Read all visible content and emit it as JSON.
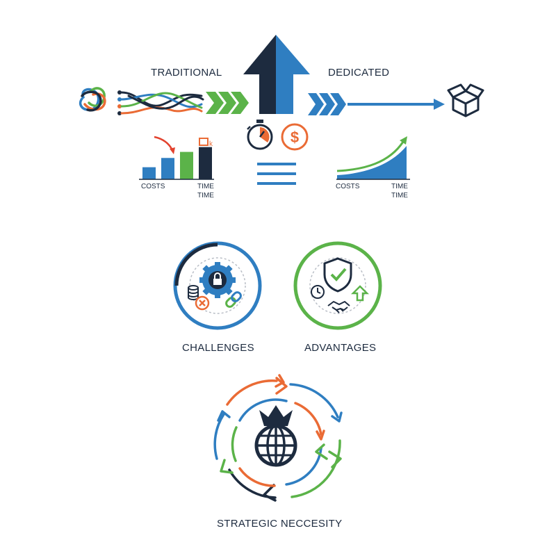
{
  "labels": {
    "traditional": "TRADITIONAL",
    "dedicated": "DEDICATED",
    "challenges": "CHALLENGES",
    "advantages": "ADVANTAGES",
    "strategic": "STRATEGIC NECCESITY"
  },
  "left_chart": {
    "costs": "COSTS",
    "time1": "TIME",
    "time2": "TIME",
    "bar_levels": [
      0.3,
      0.53,
      0.68,
      0.8
    ]
  },
  "right_chart": {
    "costs": "COSTS",
    "time1": "TIME",
    "time2": "TIME"
  },
  "colors": {
    "navy": "#1d2b3f",
    "blue": "#2f7ec1",
    "green": "#5bb349",
    "orange": "#ea6b35",
    "red": "#e2422e",
    "gray": "#b9bec6"
  },
  "icons": [
    "knot-icon",
    "tangled-lines-icon",
    "chevrons-icon",
    "up-arrow-icon",
    "stopwatch-icon",
    "dollar-icon",
    "menu-lines-icon",
    "box-icon",
    "gear-lock-icon",
    "database-icon",
    "error-icon",
    "link-icon",
    "shield-check-icon",
    "clock-icon",
    "handshake-icon",
    "up-arrow-small-icon",
    "crown-globe-icon"
  ]
}
